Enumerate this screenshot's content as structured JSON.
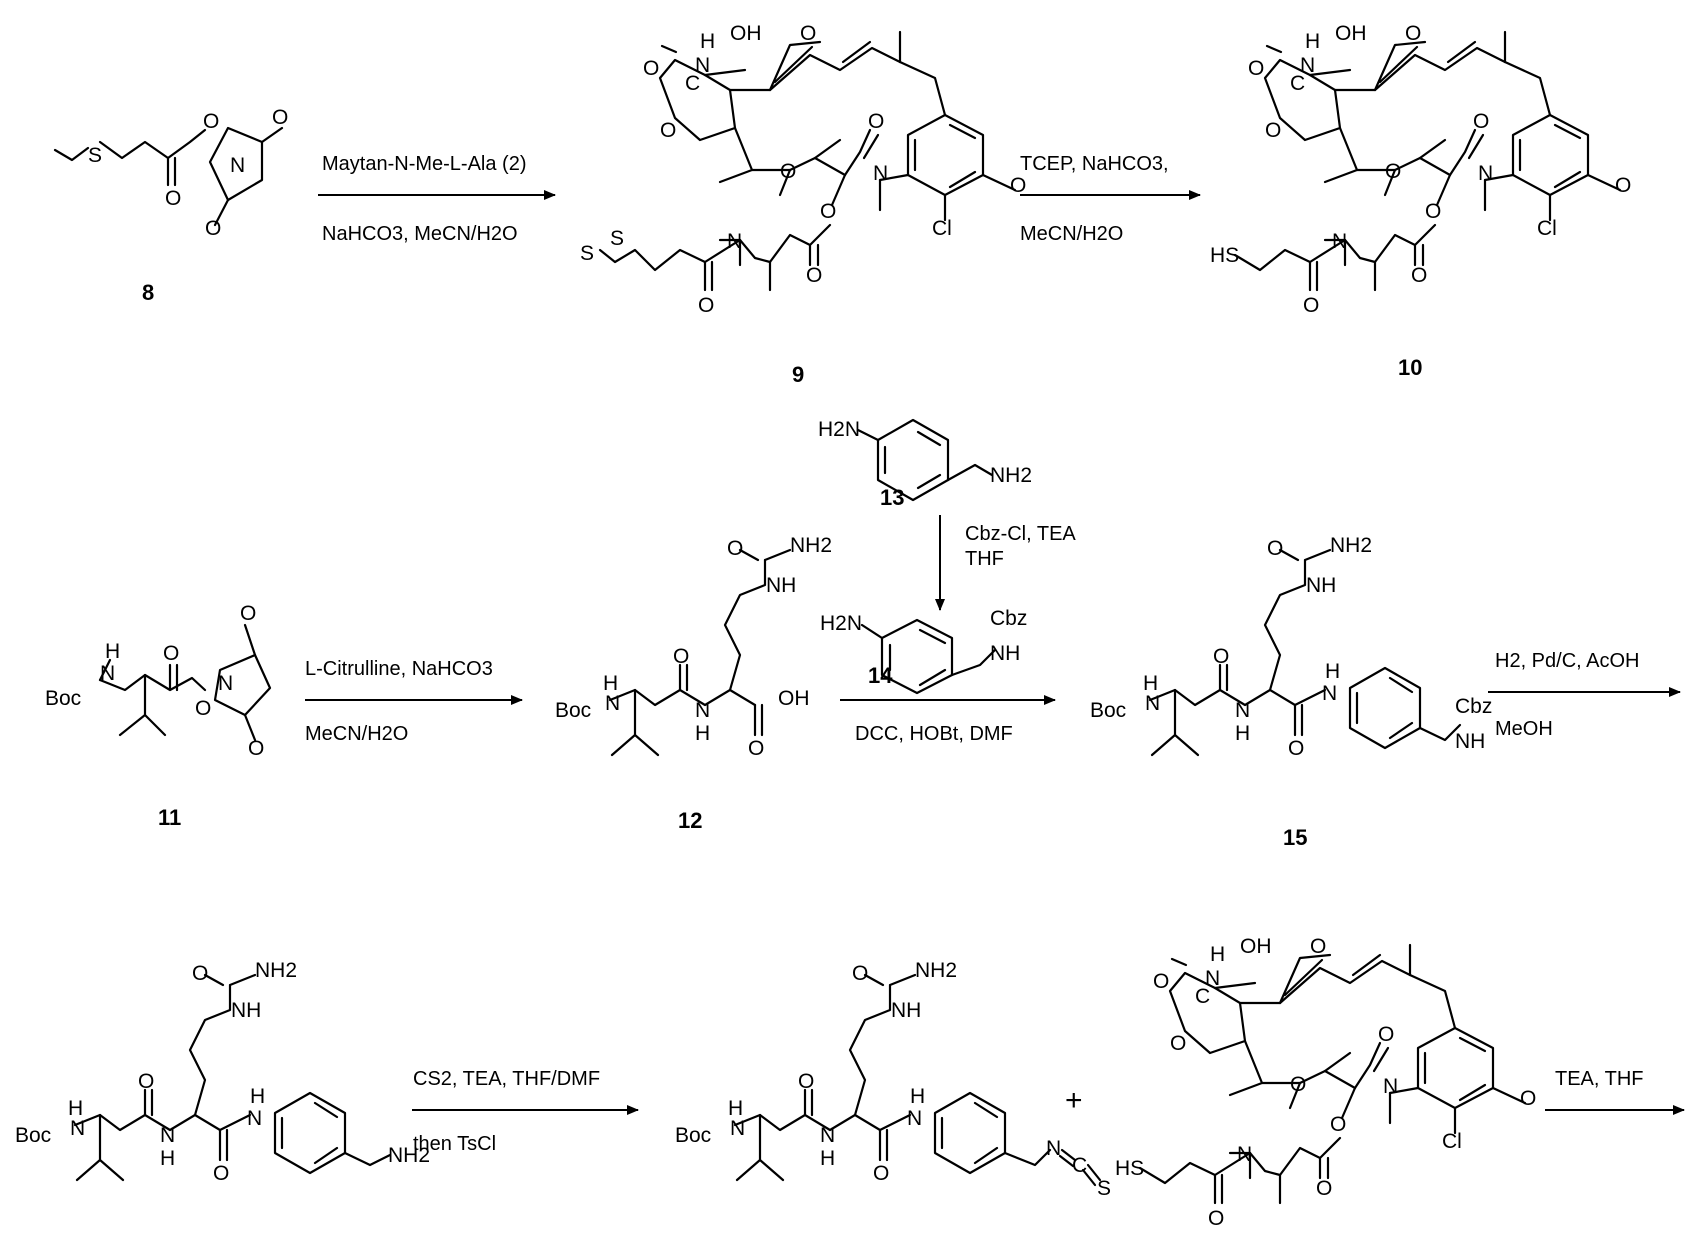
{
  "compounds": {
    "c8": "8",
    "c9": "9",
    "c10": "10",
    "c11": "11",
    "c12": "12",
    "c13": "13",
    "c14": "14",
    "c15": "15"
  },
  "reagents": {
    "r1_top": "Maytan-N-Me-L-Ala (2)",
    "r1_bottom": "NaHCO3, MeCN/H2O",
    "r2_top": "TCEP, NaHCO3,",
    "r2_bottom": "MeCN/H2O",
    "r3_top": "L-Citrulline, NaHCO3",
    "r3_bottom": "MeCN/H2O",
    "r4_top": "Cbz-Cl, TEA",
    "r4_top2": "THF",
    "r5_bottom": "DCC, HOBt, DMF",
    "r6_top": "H2, Pd/C, AcOH",
    "r6_bottom": "MeOH",
    "r7_top": "CS2, TEA, THF/DMF",
    "r7_bottom": "then TsCl",
    "r8_top": "TEA, THF",
    "plus": "+"
  },
  "atoms": {
    "S": "S",
    "O": "O",
    "N": "N",
    "H": "H",
    "HS": "HS",
    "OH": "OH",
    "Cl": "Cl",
    "NH": "NH",
    "NH2": "NH2",
    "H2N": "H2N",
    "Boc": "Boc",
    "Cbz": "Cbz",
    "C": "C",
    "N_eq": "N",
    "S_eq": "S"
  }
}
